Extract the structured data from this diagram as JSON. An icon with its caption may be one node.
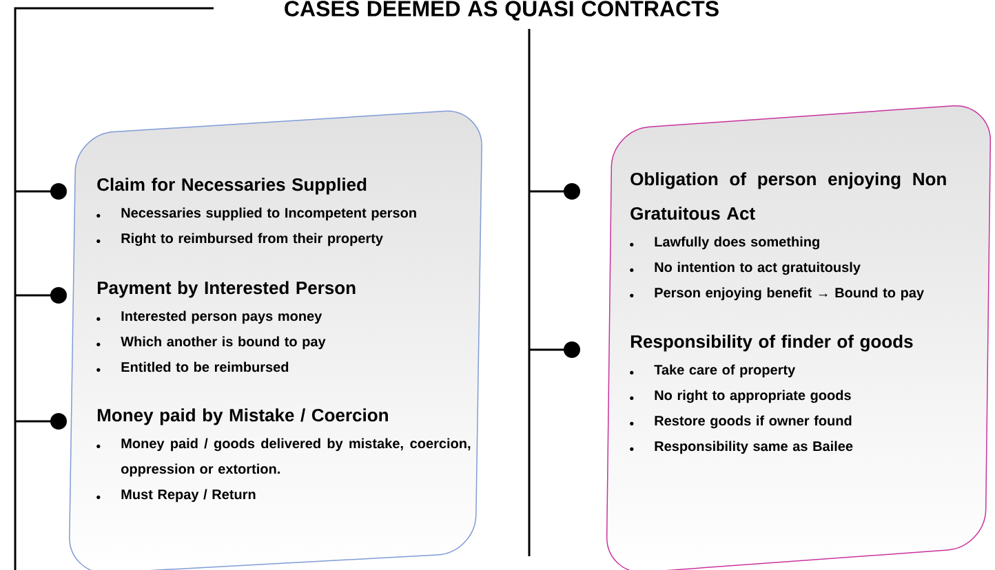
{
  "diagram": {
    "title": "CASES DEEMED AS QUASI CONTRACTS",
    "nodes": [
      {
        "text": [],
        "shape": "box"
      },
      {
        "text": [
          "Claim for Necessaries Supplied",
          "Necessaries supplied to Incompetent person",
          "Right to reimbursed from their property"
        ],
        "in": 0
      },
      {
        "text": [
          "Payment by Interested Person",
          "Interested person pays money",
          "Which another is bound to pay",
          "Entitled to be reimbursed"
        ],
        "in": 0
      },
      {
        "text": [
          "Money paid by Mistake / Coercion",
          "Money paid / goods delivered by mistake, coercion, oppression or extortion.",
          "Must Repay / Return"
        ],
        "in": 0
      },
      {
        "text": [],
        "shape": "box"
      },
      {
        "text": [
          "Obligation of person enjoying Non Gratuitous Act",
          "Lawfully does something",
          "No intention to act gratuitously",
          "Person enjoying benefit → Bound to pay"
        ],
        "in": 4
      },
      {
        "text": [
          "Responsibility of finder of goods",
          "Take care of property",
          "No right to appropriate goods",
          "Restore goods if owner found",
          "Responsibility same as Bailee"
        ],
        "in": 4
      }
    ]
  }
}
